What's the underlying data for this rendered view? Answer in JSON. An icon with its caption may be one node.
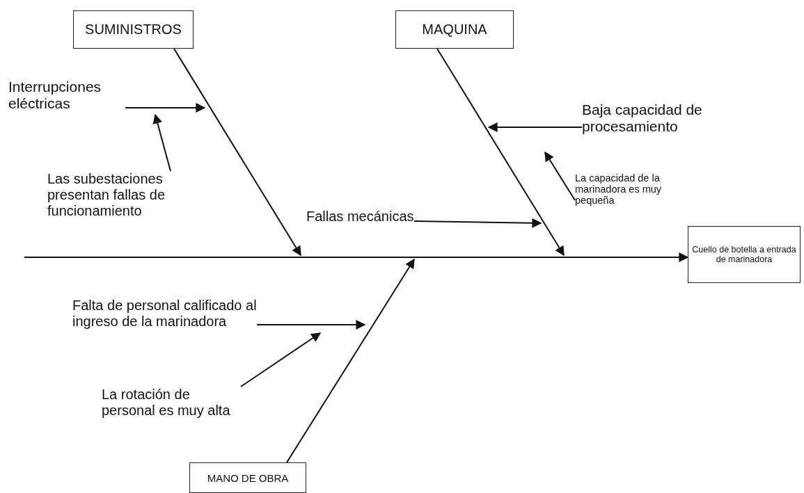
{
  "diagram": {
    "nodes": [
      {
        "text": [
          "SUMINISTROS"
        ]
      },
      {
        "text": [
          "MAQUINA"
        ]
      },
      {
        "text": [
          "Cuello de botella a entrada de marinadora"
        ]
      },
      {
        "text": [
          "MANO DE OBRA"
        ]
      },
      {
        "text": [
          "Interrupciones eléctricas"
        ]
      },
      {
        "text": [
          "Las subestaciones presentan fallas de funcionamiento"
        ]
      },
      {
        "text": [
          "Baja capacidad de procesamiento"
        ]
      },
      {
        "text": [
          "La capacidad de la marinadora es muy pequeña"
        ]
      },
      {
        "text": [
          "Fallas mecánicas"
        ]
      },
      {
        "text": [
          "Falta de personal calificado al ingreso de la marinadora"
        ]
      },
      {
        "text": [
          "La rotación de personal es muy alta"
        ]
      }
    ],
    "edges": [
      {
        "from": null,
        "to": 2,
        "arrow": "to"
      },
      {
        "from": 0,
        "to": null,
        "arrow": "to"
      },
      {
        "from": 1,
        "to": null,
        "arrow": "to"
      },
      {
        "from": 3,
        "to": null,
        "arrow": "to"
      },
      {
        "from": 4,
        "to": null,
        "arrow": "to"
      },
      {
        "from": 5,
        "to": null,
        "arrow": "to"
      },
      {
        "from": 6,
        "to": null,
        "arrow": "to"
      },
      {
        "from": 7,
        "to": null,
        "arrow": "to"
      },
      {
        "from": 8,
        "to": null,
        "arrow": "to"
      },
      {
        "from": 9,
        "to": null,
        "arrow": "to"
      },
      {
        "from": 10,
        "to": null,
        "arrow": "to"
      }
    ]
  }
}
